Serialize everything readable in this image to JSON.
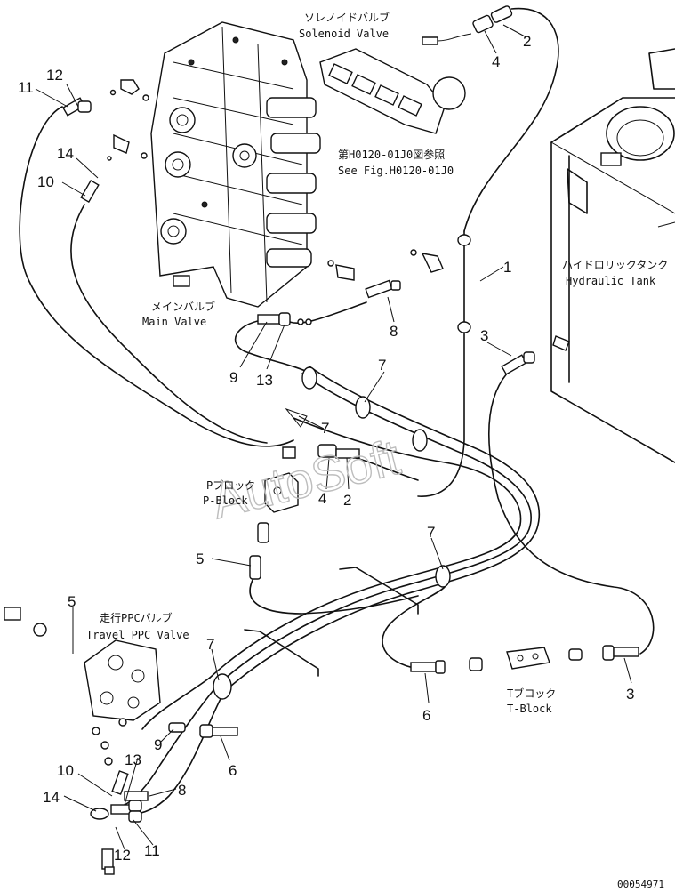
{
  "labels": {
    "solenoid_jp": "ソレノイドバルブ",
    "solenoid_en": "Solenoid Valve",
    "see_fig_jp": "第H0120-01J0図参照",
    "see_fig_en": "See Fig.H0120-01J0",
    "hyd_tank_jp": "ハイドロリックタンク",
    "hyd_tank_en": "Hydraulic Tank",
    "main_valve_jp": "メインバルブ",
    "main_valve_en": "Main Valve",
    "p_block_jp": "Pブロック",
    "p_block_en": "P-Block",
    "travel_ppc_jp": "走行PPCバルブ",
    "travel_ppc_en": "Travel PPC Valve",
    "t_block_jp": "Tブロック",
    "t_block_en": "T-Block"
  },
  "watermark": "AutoSoft",
  "drawing_code": "00054971",
  "callouts": {
    "c1": "1",
    "c2a": "2",
    "c2b": "2",
    "c3a": "3",
    "c3b": "3",
    "c4a": "4",
    "c4b": "4",
    "c5a": "5",
    "c5b": "5",
    "c6a": "6",
    "c6b": "6",
    "c7a": "7",
    "c7b": "7",
    "c7c": "7",
    "c7d": "7",
    "c8a": "8",
    "c8b": "8",
    "c9a": "9",
    "c9b": "9",
    "c10a": "10",
    "c10b": "10",
    "c11a": "11",
    "c11b": "11",
    "c12a": "12",
    "c12b": "12",
    "c13a": "13",
    "c13b": "13",
    "c14a": "14",
    "c14b": "14"
  }
}
